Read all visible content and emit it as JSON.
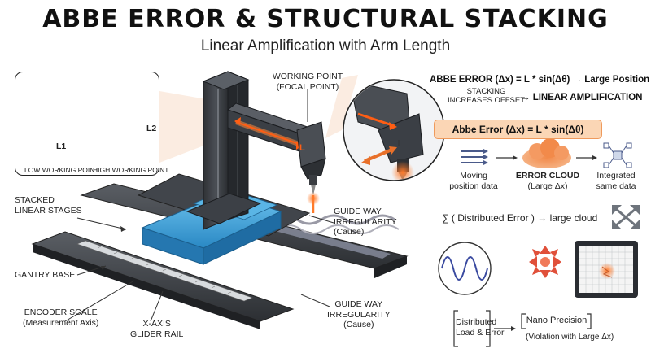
{
  "title": "ABBE ERROR & STRUCTURAL STACKING",
  "subtitle": "Linear Amplification with Arm Length",
  "inset": {
    "low_label": "LOW WORKING POINT",
    "high_label": "HIGH WORKING POINT",
    "l1": "L1",
    "l2": "L2"
  },
  "callouts": {
    "working_point": "WORKING POINT\n(FOCAL POINT)",
    "stacked": "STACKED\nLINEAR STAGES",
    "gantry_base": "GANTRY BASE",
    "encoder": "ENCODER SCALE\n(Measurement Axis)",
    "glider": "X-AXIS\nGLIDER RAIL",
    "guide_top": "GUIDE WAY\nIRREGULARITY\n(Cause)",
    "guide_bottom": "GUIDE WAY\nIRREGULARITY\n(Cause)",
    "arm_l": "L"
  },
  "right": {
    "abbe_line": "ABBE ERROR (Δx) = L * sin(Δθ) → Large Position Shift",
    "stacking": "STACKING\nINCREASES OFFSET",
    "linear_amp": "→ LINEAR AMPLIFICATION",
    "formula_box": "Abbe Error (Δx) = L * sin(Δθ)",
    "flow_moving": "Moving\nposition data",
    "flow_error_title": "ERROR CLOUD",
    "flow_error_sub": "(Large Δx)",
    "flow_integrated": "Integrated\nsame data",
    "sum_line": "∑ ( Distributed Error ) → large cloud",
    "distributed": "Distributed\nLoad & Error",
    "nano": "Nano Precision",
    "violation": "(Violation with Large Δx)"
  },
  "colors": {
    "orange": "#e8702a",
    "blue_stage": "#3aa0d8",
    "dark": "#3a3d42",
    "formula_bg": "#fbd6b5"
  }
}
